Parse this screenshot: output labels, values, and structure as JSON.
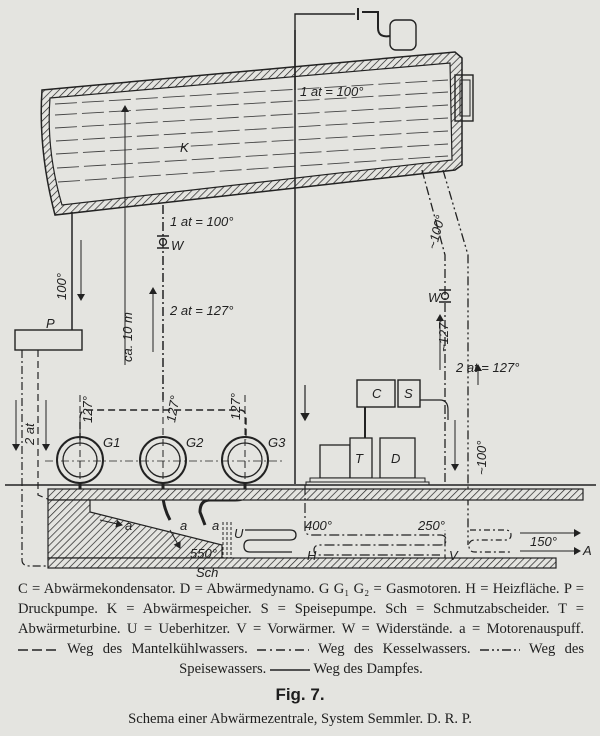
{
  "diagram": {
    "labels": {
      "tank": "K",
      "tank_top_pressure": "1 at = 100°",
      "center_upper_pressure": "1 at = 100°",
      "center_lower_pressure": "2 at = 127°",
      "right_pressure": "2 at = 127°",
      "height": "ca. 10 m",
      "left_pipe_temp": "100°",
      "right_pipe_temp_upper": "~100°",
      "right_pipe_temp_lower": "~127°",
      "right_return_temp": "~100°",
      "left_pressure": "2 at",
      "pump": "P",
      "resistor_center": "W",
      "resistor_right": "W",
      "motor1": "G1",
      "motor2": "G2",
      "motor3": "G3",
      "motor1_temp": "127°",
      "motor2_temp": "127°",
      "motor3_temp": "127°",
      "condenser": "C",
      "feed_pump": "S",
      "turbine": "T",
      "dynamo": "D",
      "exhaust_a1": "a",
      "exhaust_a2": "a",
      "exhaust_a3": "a",
      "temp_550": "550°",
      "temp_400": "400°",
      "temp_250": "250°",
      "temp_150": "150°",
      "outlet": "A",
      "superheater": "U",
      "heating_surface": "H",
      "preheater": "V",
      "dirt_separator": "Sch"
    }
  },
  "legend": {
    "items": [
      "C = Abwärmekondensator.",
      "D = Abwärmedynamo.",
      "G G₁ G₂ = Gasmotoren.",
      "H = Heizfläche.",
      "P = Druckpumpe.",
      "K = Abwärmespeicher.",
      "S = Speisepumpe.",
      "Sch = Schmutzabscheider.",
      "T = Abwärmeturbine.",
      "U = Ueberhitzer.",
      "V = Vorwärmer.",
      "W = Widerstände.",
      "a = Motorenauspuff."
    ],
    "line_keys": [
      "Weg des Mantelkühlwassers.",
      "Weg des Kesselwassers.",
      "Weg des Speisewassers.",
      "Weg des Dampfes."
    ]
  },
  "figure": {
    "number": "Fig. 7.",
    "caption": "Schema einer Abwärmezentrale, System Semmler. D. R. P."
  }
}
